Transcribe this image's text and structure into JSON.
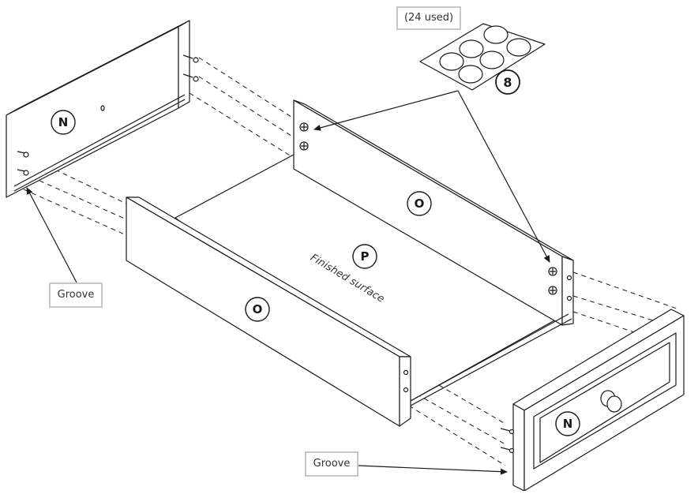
{
  "parts": {
    "side_left": "N",
    "back_panel": "O",
    "front_panel": "O",
    "bottom": "P",
    "front_right": "N"
  },
  "labels": {
    "finished_surface": "Finished surface",
    "groove_left": "Groove",
    "groove_bottom": "Groove",
    "used": "(24 used)",
    "hardware_ref": "8"
  },
  "colors": {
    "stroke": "#1a1a1a",
    "panel": "#ffffff",
    "callout_border": "#c8c8c8"
  }
}
